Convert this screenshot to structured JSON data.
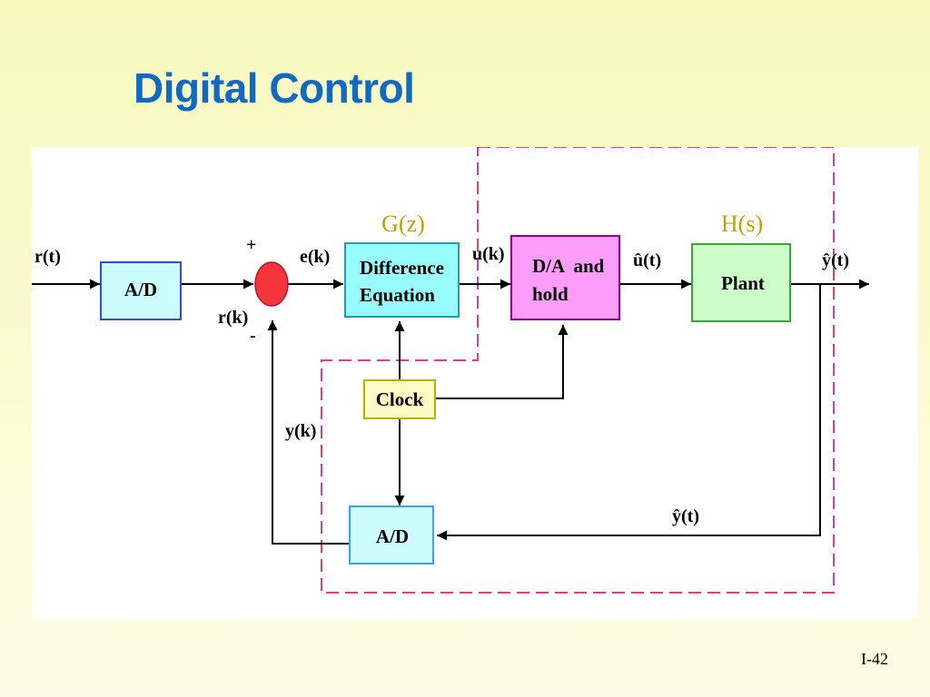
{
  "slide": {
    "title": "Digital Control",
    "page_number": "I-42"
  },
  "diagram": {
    "blocks": {
      "ad_input": "A/D",
      "difference_equation": [
        "Difference",
        "Equation"
      ],
      "da_hold": [
        "D/A  and",
        "hold"
      ],
      "plant": "Plant",
      "clock": "Clock",
      "ad_feedback": "A/D"
    },
    "transfer_functions": {
      "controller": "G(z)",
      "plant": "H(s)"
    },
    "signals": {
      "reference": "r(t)",
      "sampled_reference": "r(k)",
      "error": "e(k)",
      "control": "u(k)",
      "held_control": "û(t)",
      "output": "ŷ(t)",
      "sampled_output": "y(k)",
      "feedback_output": "ŷ(t)"
    },
    "summing_signs": {
      "plus": "+",
      "minus": "-"
    },
    "colors": {
      "ad_fill": "#ccfcfc",
      "ad_border": "#3848d8",
      "diffeq_fill": "#99fcfc",
      "diffeq_border": "#1aa0b4",
      "dahold_fill": "#fc9dfc",
      "dahold_border": "#900090",
      "plant_fill": "#ccfcc8",
      "plant_border": "#38a838",
      "clock_fill": "#fcfcc4",
      "clock_border": "#b8b400",
      "ad2_fill": "#ccfcfc",
      "ad2_border": "#3aa4e8",
      "sum_fill": "#f5343c",
      "sum_border": "#b01a20",
      "dashed_boundary": "#e03c8c"
    }
  }
}
